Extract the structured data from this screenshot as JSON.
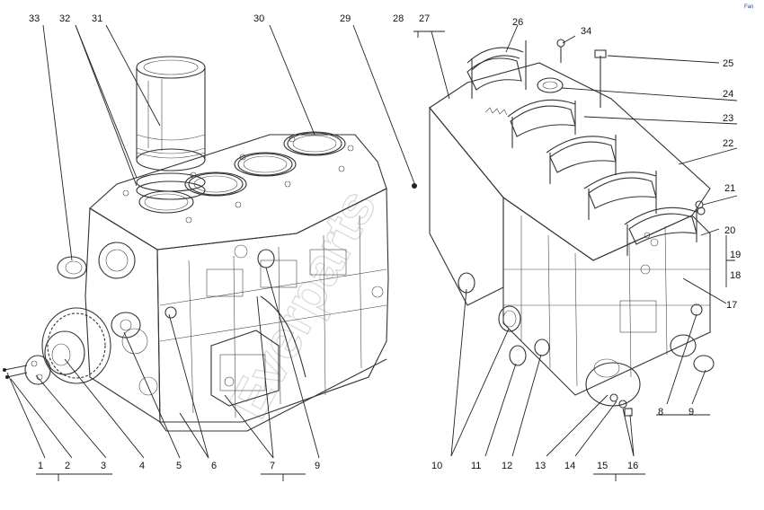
{
  "diagram": {
    "corner_mark": "Fan",
    "watermark": "Everparts",
    "callouts": [
      "1",
      "2",
      "3",
      "4",
      "5",
      "6",
      "7",
      "9",
      "10",
      "11",
      "12",
      "13",
      "14",
      "15",
      "16",
      "8",
      "9",
      "17",
      "18",
      "19",
      "20",
      "21",
      "22",
      "23",
      "24",
      "25",
      "34",
      "26",
      "27",
      "28",
      "29",
      "30",
      "31",
      "32",
      "33"
    ]
  }
}
